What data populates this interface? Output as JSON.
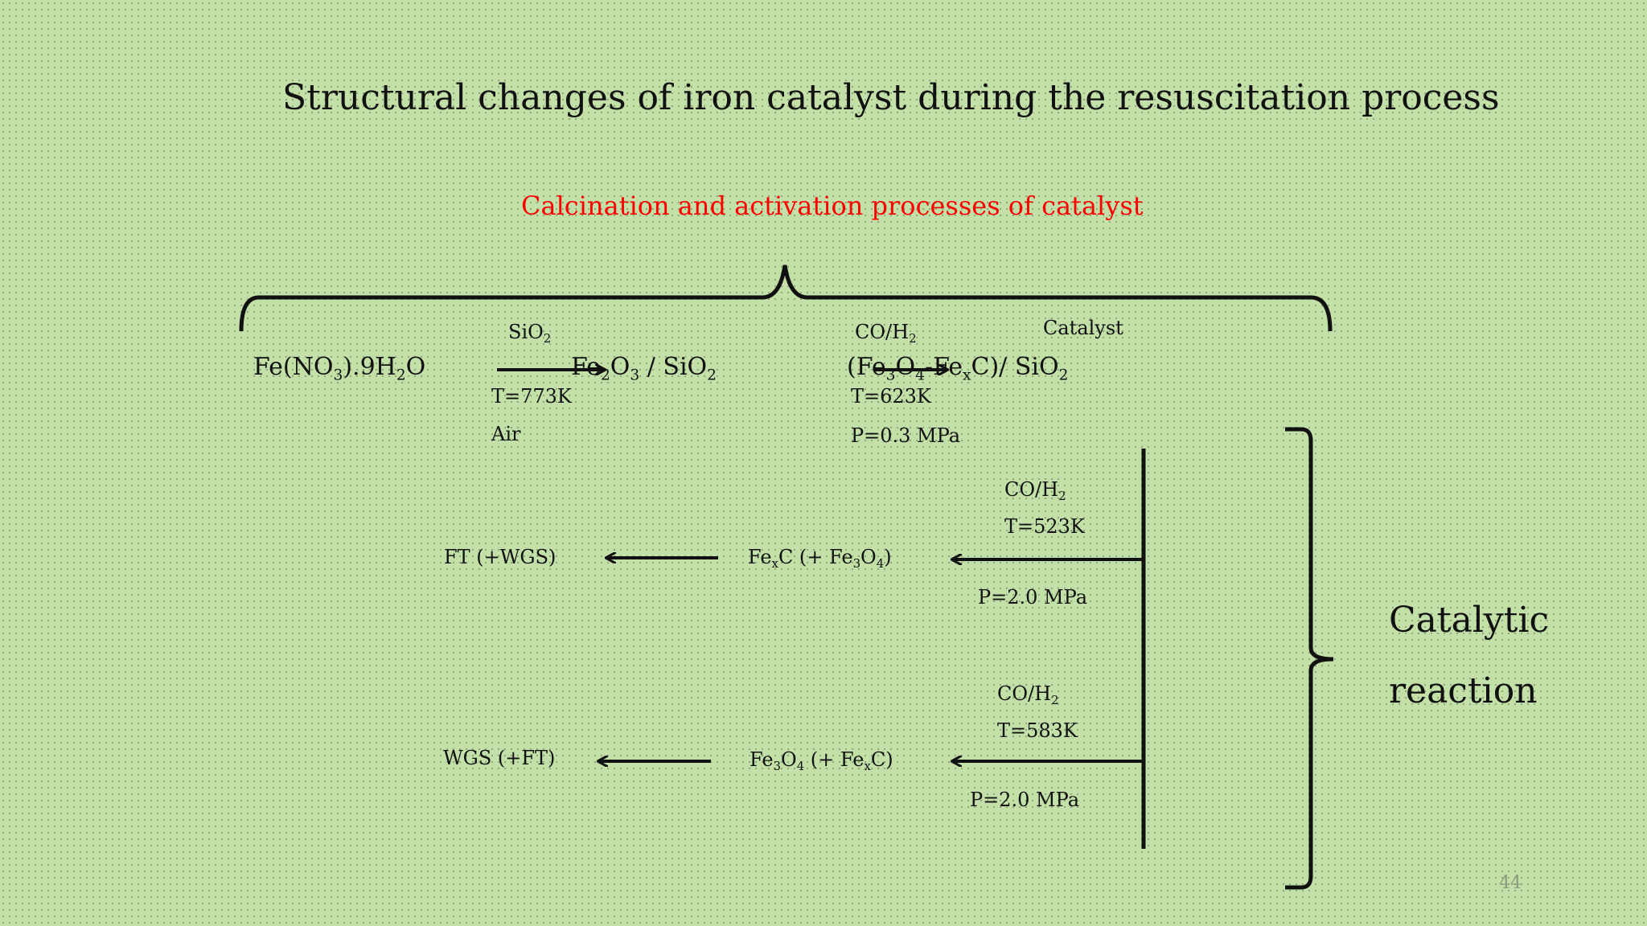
{
  "title": "Structural changes of iron catalyst during the resuscitation process",
  "subtitle": "Calcination and activation processes of catalyst",
  "top_row": {
    "start": {
      "parts": [
        "Fe(NO",
        "3",
        ").9H",
        "2",
        "O"
      ]
    },
    "step1": {
      "above": {
        "parts": [
          "SiO",
          "2"
        ]
      },
      "below1": "T=773K",
      "below2": "Air"
    },
    "mid": {
      "parts": [
        "Fe",
        "2",
        "O",
        "3",
        " / SiO",
        "2"
      ]
    },
    "step2": {
      "above": {
        "parts": [
          "CO/H",
          "2"
        ]
      },
      "below1": "T=623K",
      "below2": "P=0.3 MPa"
    },
    "end": {
      "parts": [
        "(Fe",
        "3",
        "O",
        "4",
        "-Fe",
        "x",
        "C)/ SiO",
        "2"
      ]
    },
    "end_label": "Catalyst"
  },
  "branch1": {
    "cond_top": {
      "parts": [
        "CO/H",
        "2"
      ]
    },
    "cond_mid": "T=523K",
    "cond_bottom": "P=2.0 MPa",
    "phase": {
      "parts": [
        "Fe",
        "x",
        "C (+ Fe",
        "3",
        "O",
        "4",
        ")"
      ]
    },
    "reaction": "FT (+WGS)"
  },
  "branch2": {
    "cond_top": {
      "parts": [
        "CO/H",
        "2"
      ]
    },
    "cond_mid": "T=583K",
    "cond_bottom": "P=2.0 MPa",
    "phase": {
      "parts": [
        "Fe",
        "3",
        "O",
        "4",
        " (+ Fe",
        "x",
        "C)"
      ]
    },
    "reaction": "WGS (+FT)"
  },
  "side_label": {
    "line1": "Catalytic",
    "line2": "reaction"
  },
  "page_number": "44"
}
